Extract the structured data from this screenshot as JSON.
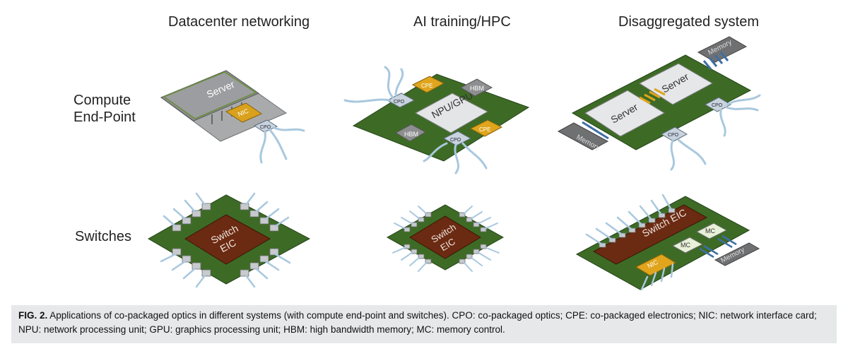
{
  "columns": {
    "datacenter": "Datacenter networking",
    "ai": "AI training/HPC",
    "disagg": "Disaggregated system"
  },
  "rows": {
    "compute_line1": "Compute",
    "compute_line2": "End-Point",
    "switches": "Switches"
  },
  "labels": {
    "server": "Server",
    "nic": "NIC",
    "cpo": "CPO",
    "cpe": "CPE",
    "hbm": "HBM",
    "npu_gpu": "NPU/GPU",
    "memory": "Memory",
    "switch_line1": "Switch",
    "switch_line2": "EIC",
    "mc": "MC"
  },
  "caption": {
    "fig": "FIG. 2.",
    "text": " Applications of co-packaged optics in different systems (with compute end-point and switches). CPO: co-packaged optics; CPE: co-packaged electronics; NIC: network interface card; NPU: network processing unit; GPU: graphics processing unit; HBM: high bandwidth memory; MC: memory control."
  },
  "colors": {
    "board_green": "#3d6b25",
    "chip_gray": "#c9cacc",
    "cpe_gold": "#e0a51c",
    "switch_brown": "#6b2a12",
    "fiber_blue": "#a9c8de",
    "connector_blue": "#3e6fa6"
  }
}
